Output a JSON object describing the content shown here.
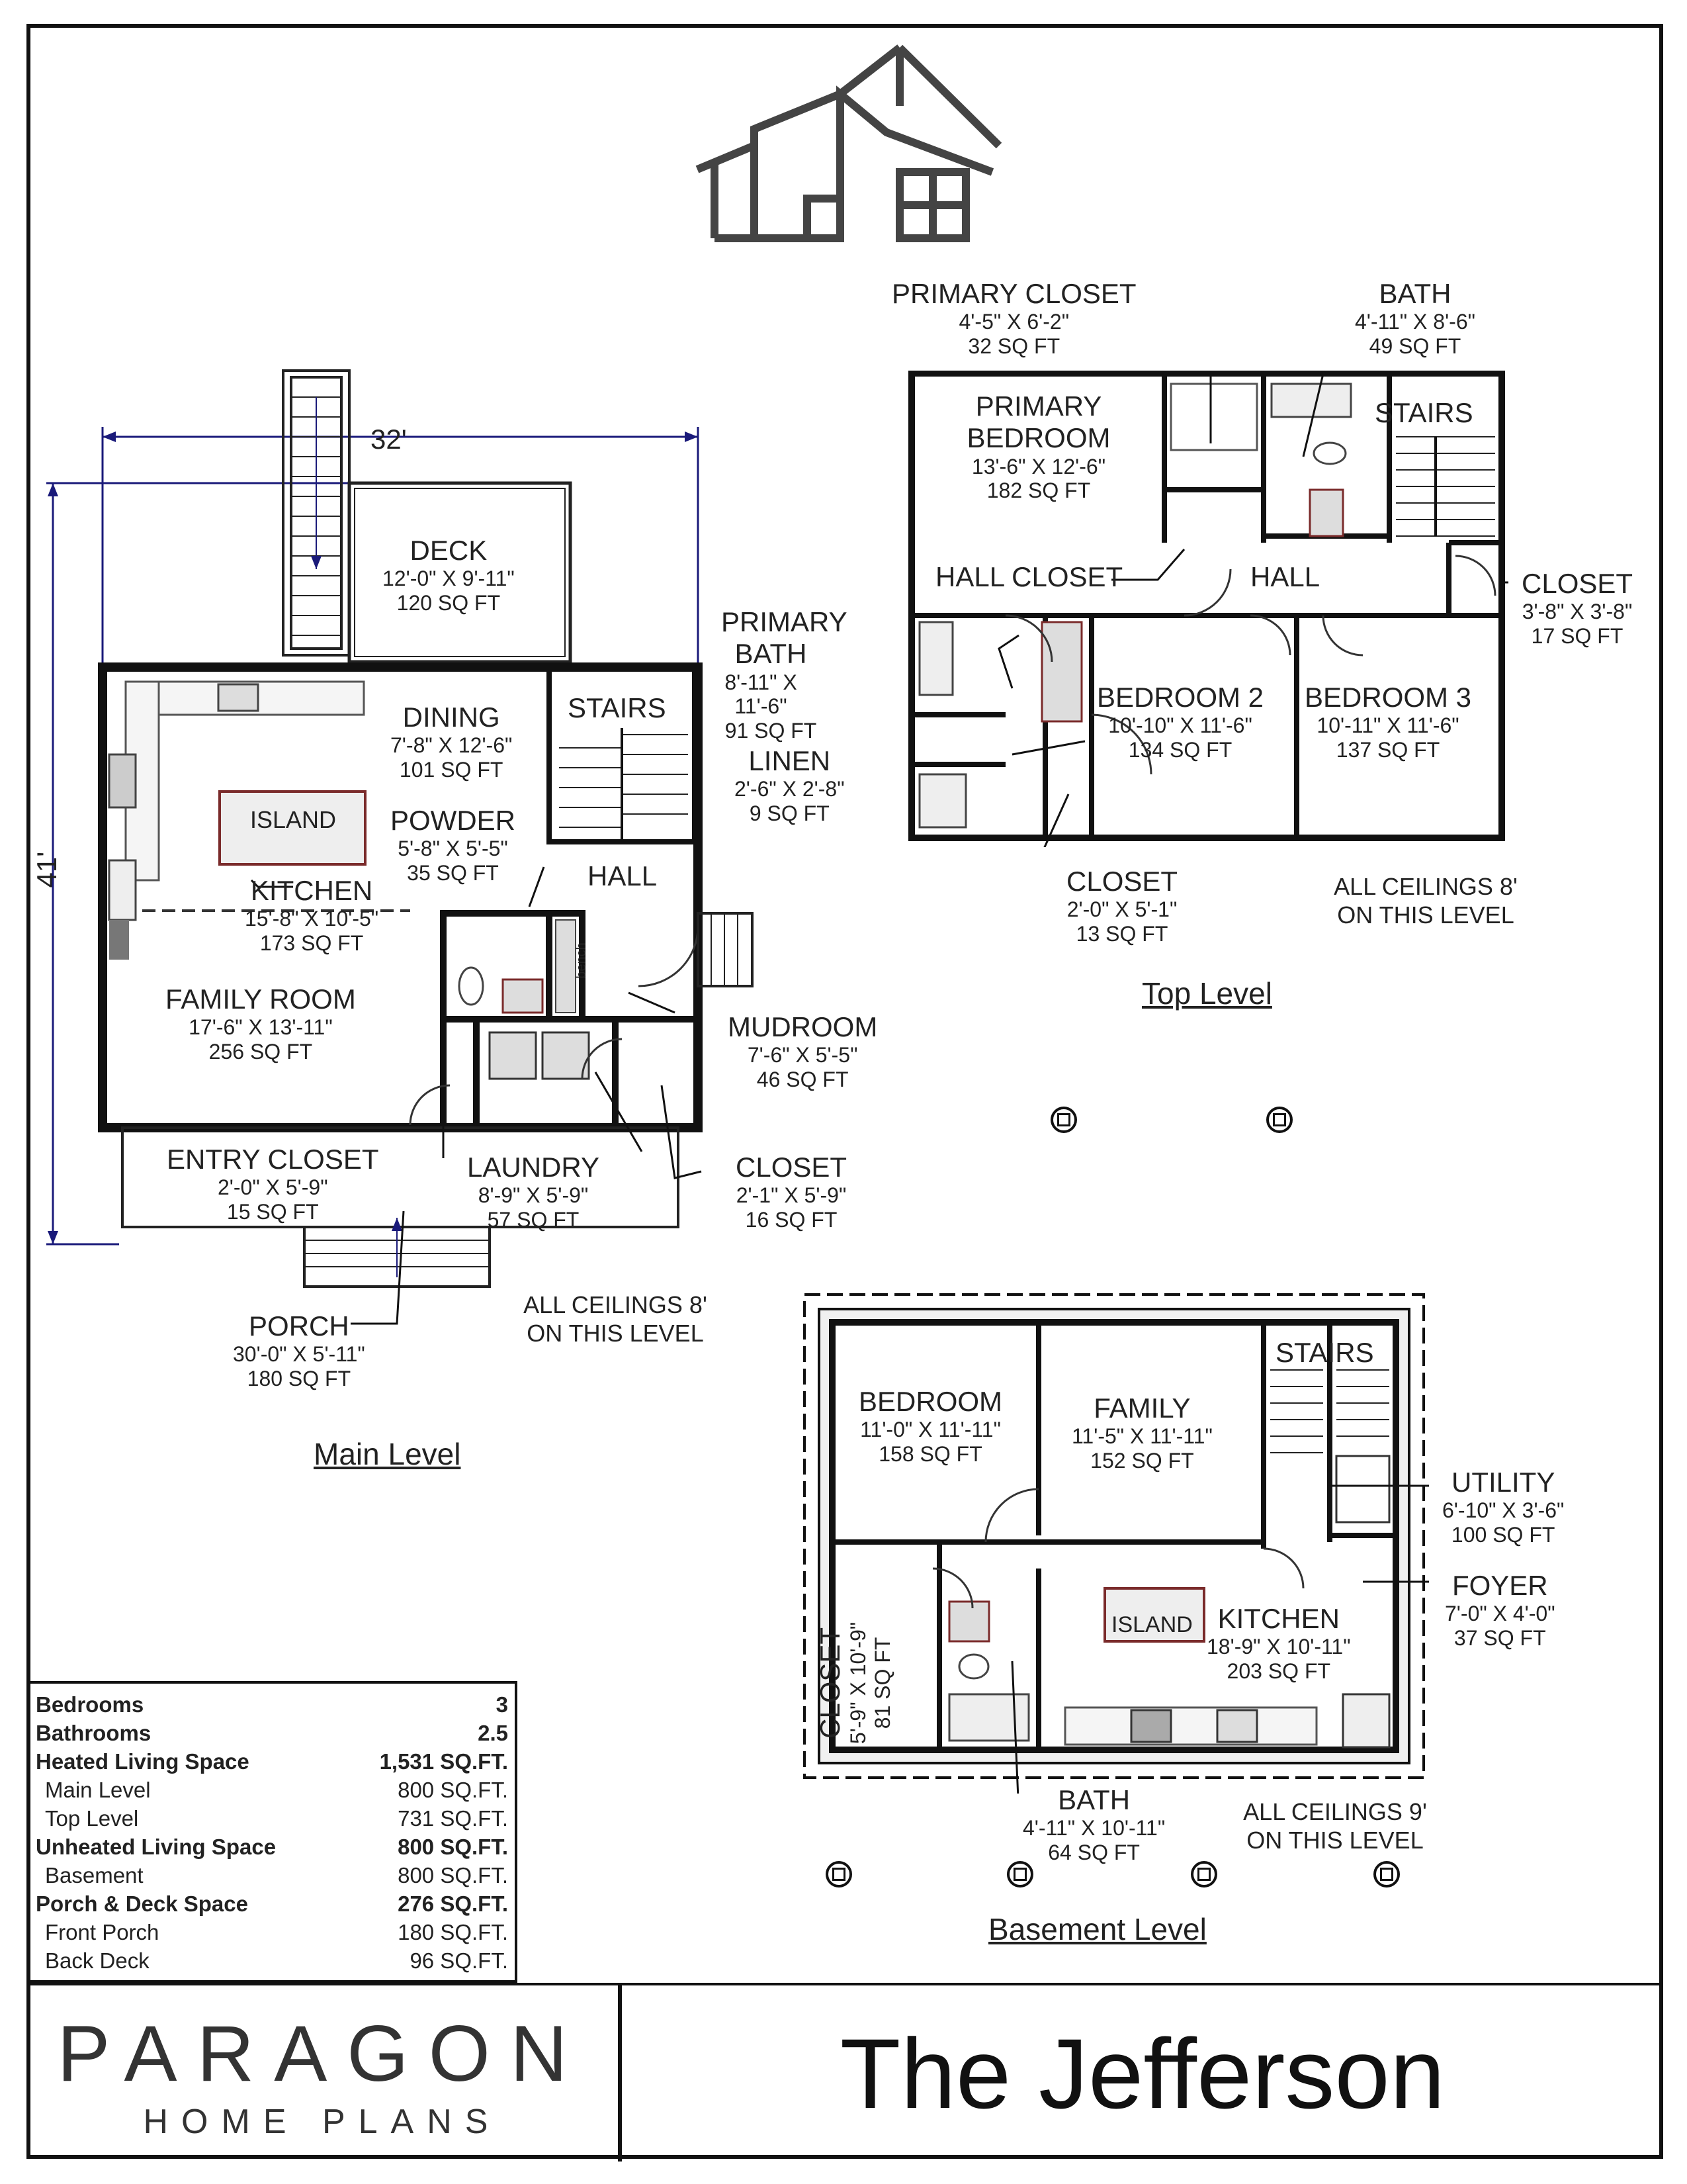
{
  "main_level": {
    "title": "Main Level",
    "width_dim": "32'",
    "depth_dim": "41'",
    "ceiling_note": "ALL CEILINGS 8' ON THIS LEVEL",
    "rooms": {
      "deck": {
        "name": "DECK",
        "dim": "12'-0\" X 9'-11\"",
        "area": "120 SQ FT"
      },
      "dining": {
        "name": "DINING",
        "dim": "7'-8\" X 12'-6\"",
        "area": "101 SQ FT"
      },
      "stairs": {
        "name": "STAIRS"
      },
      "island": {
        "name": "ISLAND"
      },
      "powder": {
        "name": "POWDER",
        "dim": "5'-8\" X 5'-5\"",
        "area": "35 SQ FT"
      },
      "kitchen": {
        "name": "KITCHEN",
        "dim": "15'-8\" X 10'-5\"",
        "area": "173 SQ FT"
      },
      "hall": {
        "name": "HALL"
      },
      "family": {
        "name": "FAMILY ROOM",
        "dim": "17'-6\" X 13'-11\"",
        "area": "256 SQ FT"
      },
      "mudroom": {
        "name": "MUDROOM",
        "dim": "7'-6\" X 5'-5\"",
        "area": "46 SQ FT"
      },
      "bench": {
        "name": "bench"
      },
      "entry_closet": {
        "name": "ENTRY CLOSET",
        "dim": "2'-0\" X 5'-9\"",
        "area": "15 SQ FT"
      },
      "laundry": {
        "name": "LAUNDRY",
        "dim": "8'-9\" X 5'-9\"",
        "area": "57 SQ FT"
      },
      "closet": {
        "name": "CLOSET",
        "dim": "2'-1\" X 5'-9\"",
        "area": "16 SQ FT"
      },
      "porch": {
        "name": "PORCH",
        "dim": "30'-0\" X 5'-11\"",
        "area": "180 SQ FT"
      }
    }
  },
  "top_level": {
    "title": "Top Level",
    "ceiling_note": "ALL CEILINGS 8' ON THIS LEVEL",
    "rooms": {
      "primary_closet": {
        "name": "PRIMARY CLOSET",
        "dim": "4'-5\" X 6'-2\"",
        "area": "32 SQ FT"
      },
      "bath": {
        "name": "BATH",
        "dim": "4'-11\" X 8'-6\"",
        "area": "49 SQ FT"
      },
      "primary_bedroom": {
        "name": "PRIMARY BEDROOM",
        "dim": "13'-6\" X 12'-6\"",
        "area": "182 SQ FT"
      },
      "stairs": {
        "name": "STAIRS"
      },
      "hall_closet": {
        "name": "HALL CLOSET"
      },
      "hall": {
        "name": "HALL"
      },
      "closet_right": {
        "name": "CLOSET",
        "dim": "3'-8\" X 3'-8\"",
        "area": "17 SQ FT"
      },
      "primary_bath": {
        "name": "PRIMARY BATH",
        "dim": "8'-11\" X 11'-6\"",
        "area": "91 SQ FT"
      },
      "bedroom2": {
        "name": "BEDROOM 2",
        "dim": "10'-10\" X 11'-6\"",
        "area": "134 SQ FT"
      },
      "bedroom3": {
        "name": "BEDROOM 3",
        "dim": "10'-11\" X 11'-6\"",
        "area": "137 SQ FT"
      },
      "linen": {
        "name": "LINEN",
        "dim": "2'-6\" X 2'-8\"",
        "area": "9 SQ FT"
      },
      "closet_bottom": {
        "name": "CLOSET",
        "dim": "2'-0\" X 5'-1\"",
        "area": "13 SQ FT"
      }
    }
  },
  "basement_level": {
    "title": "Basement Level",
    "ceiling_note": "ALL CEILINGS 9' ON THIS LEVEL",
    "rooms": {
      "bedroom": {
        "name": "BEDROOM",
        "dim": "11'-0\" X 11'-11\"",
        "area": "158 SQ FT"
      },
      "family": {
        "name": "FAMILY",
        "dim": "11'-5\" X 11'-11\"",
        "area": "152 SQ FT"
      },
      "stairs": {
        "name": "STAIRS"
      },
      "utility": {
        "name": "UTILITY",
        "dim": "6'-10\" X 3'-6\"",
        "area": "100 SQ FT"
      },
      "foyer": {
        "name": "FOYER",
        "dim": "7'-0\" X 4'-0\"",
        "area": "37 SQ FT"
      },
      "closet": {
        "name": "CLOSET",
        "dim": "5'-9\" X 10'-9\"",
        "area": "81 SQ FT"
      },
      "island": {
        "name": "ISLAND"
      },
      "kitchen": {
        "name": "KITCHEN",
        "dim": "18'-9\" X 10'-11\"",
        "area": "203 SQ FT"
      },
      "bath": {
        "name": "BATH",
        "dim": "4'-11\" X 10'-11\"",
        "area": "64 SQ FT"
      }
    }
  },
  "stats": [
    {
      "label": "Bedrooms",
      "value": "3",
      "style": "b"
    },
    {
      "label": "Bathrooms",
      "value": "2.5",
      "style": "b"
    },
    {
      "label": "Heated Living Space",
      "value": "1,531 SQ.FT.",
      "style": "b"
    },
    {
      "label": "Main Level",
      "value": "800 SQ.FT.",
      "style": "i"
    },
    {
      "label": "Top Level",
      "value": "731 SQ.FT.",
      "style": "i"
    },
    {
      "label": "Unheated Living Space",
      "value": "800 SQ.FT.",
      "style": "b"
    },
    {
      "label": "Basement",
      "value": "800 SQ.FT.",
      "style": "i"
    },
    {
      "label": "Porch & Deck Space",
      "value": "276 SQ.FT.",
      "style": "b"
    },
    {
      "label": "Front Porch",
      "value": "180 SQ.FT.",
      "style": "i"
    },
    {
      "label": "Back Deck",
      "value": "96 SQ.FT.",
      "style": "i"
    }
  ],
  "brand": {
    "name": "PARAGON",
    "tagline": "HOME PLANS"
  },
  "plan_name": "The Jefferson"
}
